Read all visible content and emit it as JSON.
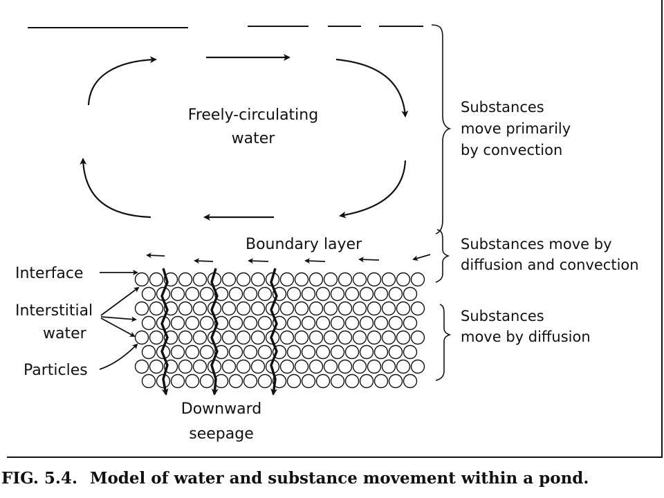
{
  "labels": {
    "water": [
      "Freely-circulating",
      "water"
    ],
    "boundary": "Boundary layer",
    "interface": "Interface",
    "interstitial": [
      "Interstitial",
      "water"
    ],
    "particles": "Particles",
    "seepage": [
      "Downward",
      "seepage"
    ]
  },
  "zones": {
    "convection": [
      "Substances",
      "move primarily",
      "by convection"
    ],
    "diffusion_convection": [
      "Substances move by",
      "diffusion and convection"
    ],
    "diffusion": [
      "Substances",
      "move by diffusion"
    ]
  },
  "caption": {
    "figure_number": "FIG. 5.4.",
    "text": "Model of water and substance movement within a pond."
  },
  "colors": {
    "ink": "#111111",
    "background": "#ffffff"
  }
}
